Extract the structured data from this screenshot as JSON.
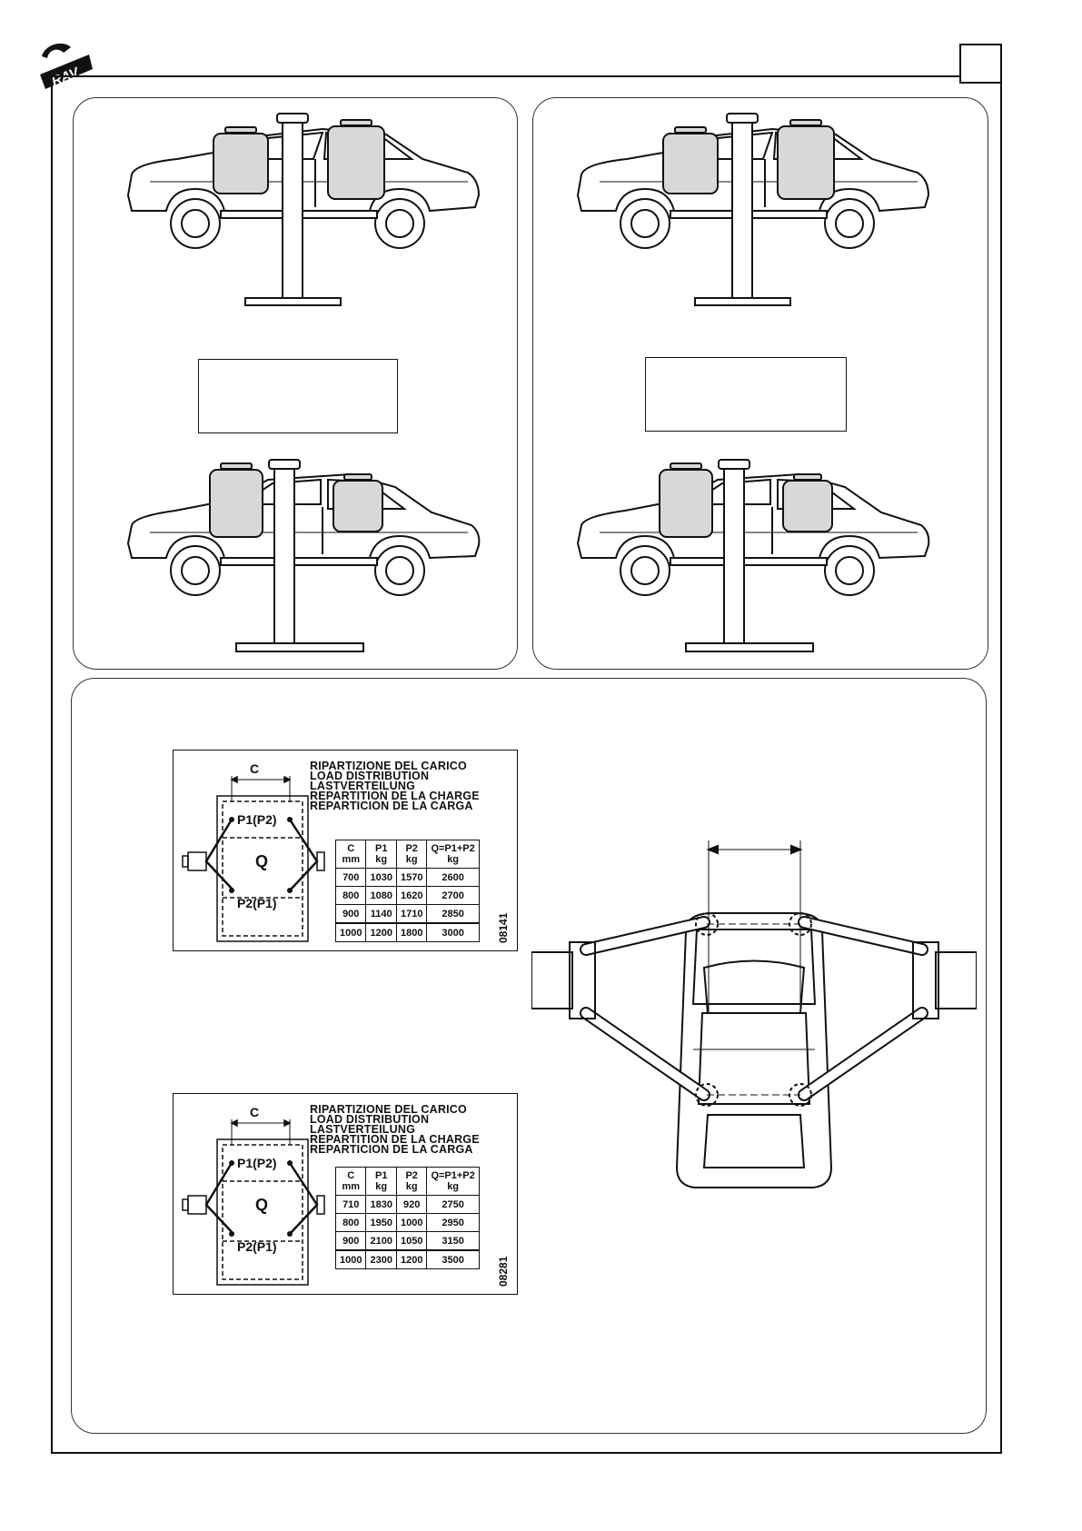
{
  "brand": {
    "logo_text": "RAV"
  },
  "header": {
    "page_number": ""
  },
  "figures": {
    "top_left": {
      "caption": ""
    },
    "top_right": {
      "caption": ""
    }
  },
  "diagram_labels": {
    "dimension": "C",
    "front_pads": "P1(P2)",
    "rear_pads": "P2(P1)",
    "load": "Q"
  },
  "load_tables": [
    {
      "heading": [
        "RIPARTIZIONE  DEL  CARICO",
        "LOAD  DISTRIBUTION",
        "LASTVERTEILUNG",
        "REPARTITION  DE LA CHARGE",
        "REPARTICION  DE  LA  CARGA"
      ],
      "columns": [
        "C\nmm",
        "P1\nkg",
        "P2\nkg",
        "Q=P1+P2\nkg"
      ],
      "rows": [
        [
          "700",
          "1030",
          "1570",
          "2600"
        ],
        [
          "800",
          "1080",
          "1620",
          "2700"
        ],
        [
          "900",
          "1140",
          "1710",
          "2850"
        ],
        [
          "1000",
          "1200",
          "1800",
          "3000"
        ]
      ],
      "code": "08141"
    },
    {
      "heading": [
        "RIPARTIZIONE  DEL  CARICO",
        "LOAD  DISTRIBUTION",
        "LASTVERTEILUNG",
        "REPARTITION  DE LA CHARGE",
        "REPARTICION  DE  LA  CARGA"
      ],
      "columns": [
        "C\nmm",
        "P1\nkg",
        "P2\nkg",
        "Q=P1+P2\nkg"
      ],
      "rows": [
        [
          "710",
          "1830",
          "920",
          "2750"
        ],
        [
          "800",
          "1950",
          "1000",
          "2950"
        ],
        [
          "900",
          "2100",
          "1050",
          "3150"
        ],
        [
          "1000",
          "2300",
          "1200",
          "3500"
        ]
      ],
      "code": "08281"
    }
  ]
}
